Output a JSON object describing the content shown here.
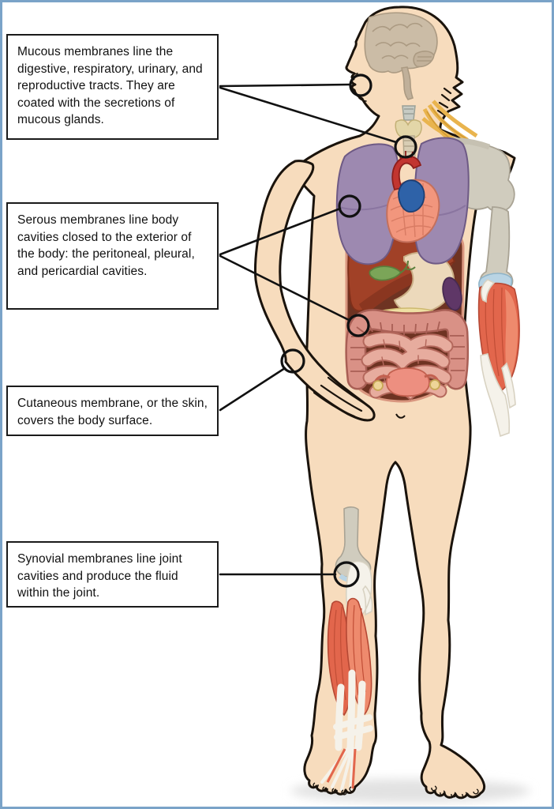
{
  "frame": {
    "background": "#ffffff",
    "border_color": "#7aa3c8",
    "description": "Anatomical diagram of body membranes: a human figure with internal organs exposed and four labeled callouts"
  },
  "callouts": [
    {
      "id": "mucous",
      "text": "Mucous membranes line the digestive, respiratory, urinary, and reproductive tracts. They are coated with the secretions of mucous glands.",
      "targets": [
        "mouth",
        "trachea"
      ]
    },
    {
      "id": "serous",
      "text": "Serous membranes line body cavities closed to the exterior of the body: the peritoneal, pleural, and pericardial cavities.",
      "targets": [
        "pleural cavity (lung)",
        "peritoneal cavity (intestines)"
      ]
    },
    {
      "id": "cutaneous",
      "text": "Cutaneous membrane, or the skin, covers the body surface.",
      "targets": [
        "skin of forearm"
      ]
    },
    {
      "id": "synovial",
      "text": "Synovial membranes line joint cavities and produce the fluid within the joint.",
      "targets": [
        "knee joint"
      ]
    }
  ],
  "colors": {
    "skin": "#f7dcbd",
    "skin_shade": "#ecc79e",
    "outline": "#1a130c",
    "lung": "#9d89b0",
    "lung_edge": "#6e5a85",
    "heart": "#f2967d",
    "heart_edge": "#c4705c",
    "aorta": "#c23530",
    "vein": "#2e62a8",
    "liver": "#a14127",
    "liver_edge": "#7e2f1a",
    "gallbladder": "#7ba558",
    "stomach": "#ecd9bb",
    "stomach_edge": "#c9ae85",
    "spleen": "#5f3767",
    "pancreas": "#efe0a3",
    "large_intestine": "#d99186",
    "large_intestine_edge": "#a95f55",
    "small_intestine": "#e7ac9e",
    "small_intestine_edge": "#b4685c",
    "cavity": "#6e3322",
    "cavity_rim": "#d9967f",
    "bone": "#d0ccbe",
    "bone_edge": "#a9a394",
    "cartilage": "#b9d4e4",
    "muscle": "#e2664c",
    "muscle_light": "#ee8a6d",
    "muscle_edge": "#b54834",
    "tendon": "#f5f2ea",
    "tendon_edge": "#d8d2c2",
    "brain": "#cbbca6",
    "brain_edge": "#ab9a82",
    "neck_muscle": "#e9b44e",
    "uterus": "#ed8f80",
    "ovary": "#eed598",
    "marker": "#111111",
    "shadow": "#e2e2e2"
  }
}
